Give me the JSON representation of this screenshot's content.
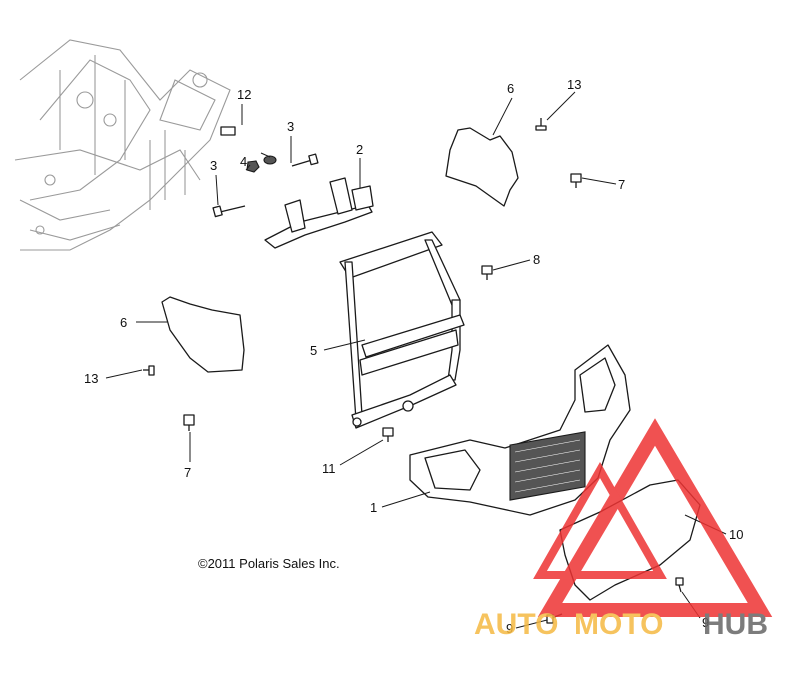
{
  "copyright": "©2011 Polaris Sales Inc.",
  "callouts": {
    "c1": "1",
    "c2": "2",
    "c3a": "3",
    "c3b": "3",
    "c4": "4",
    "c5": "5",
    "c6a": "6",
    "c6b": "6",
    "c7a": "7",
    "c7b": "7",
    "c8": "8",
    "c9a": "9",
    "c9b": "9",
    "c10": "10",
    "c11": "11",
    "c12": "12",
    "c13a": "13",
    "c13b": "13"
  },
  "watermark": {
    "part1": "AUTO",
    "part2": "MOTO",
    "part3": "HUB",
    "color_orange": "#f5b942",
    "color_red": "#ee3333",
    "color_gray": "#666666"
  }
}
